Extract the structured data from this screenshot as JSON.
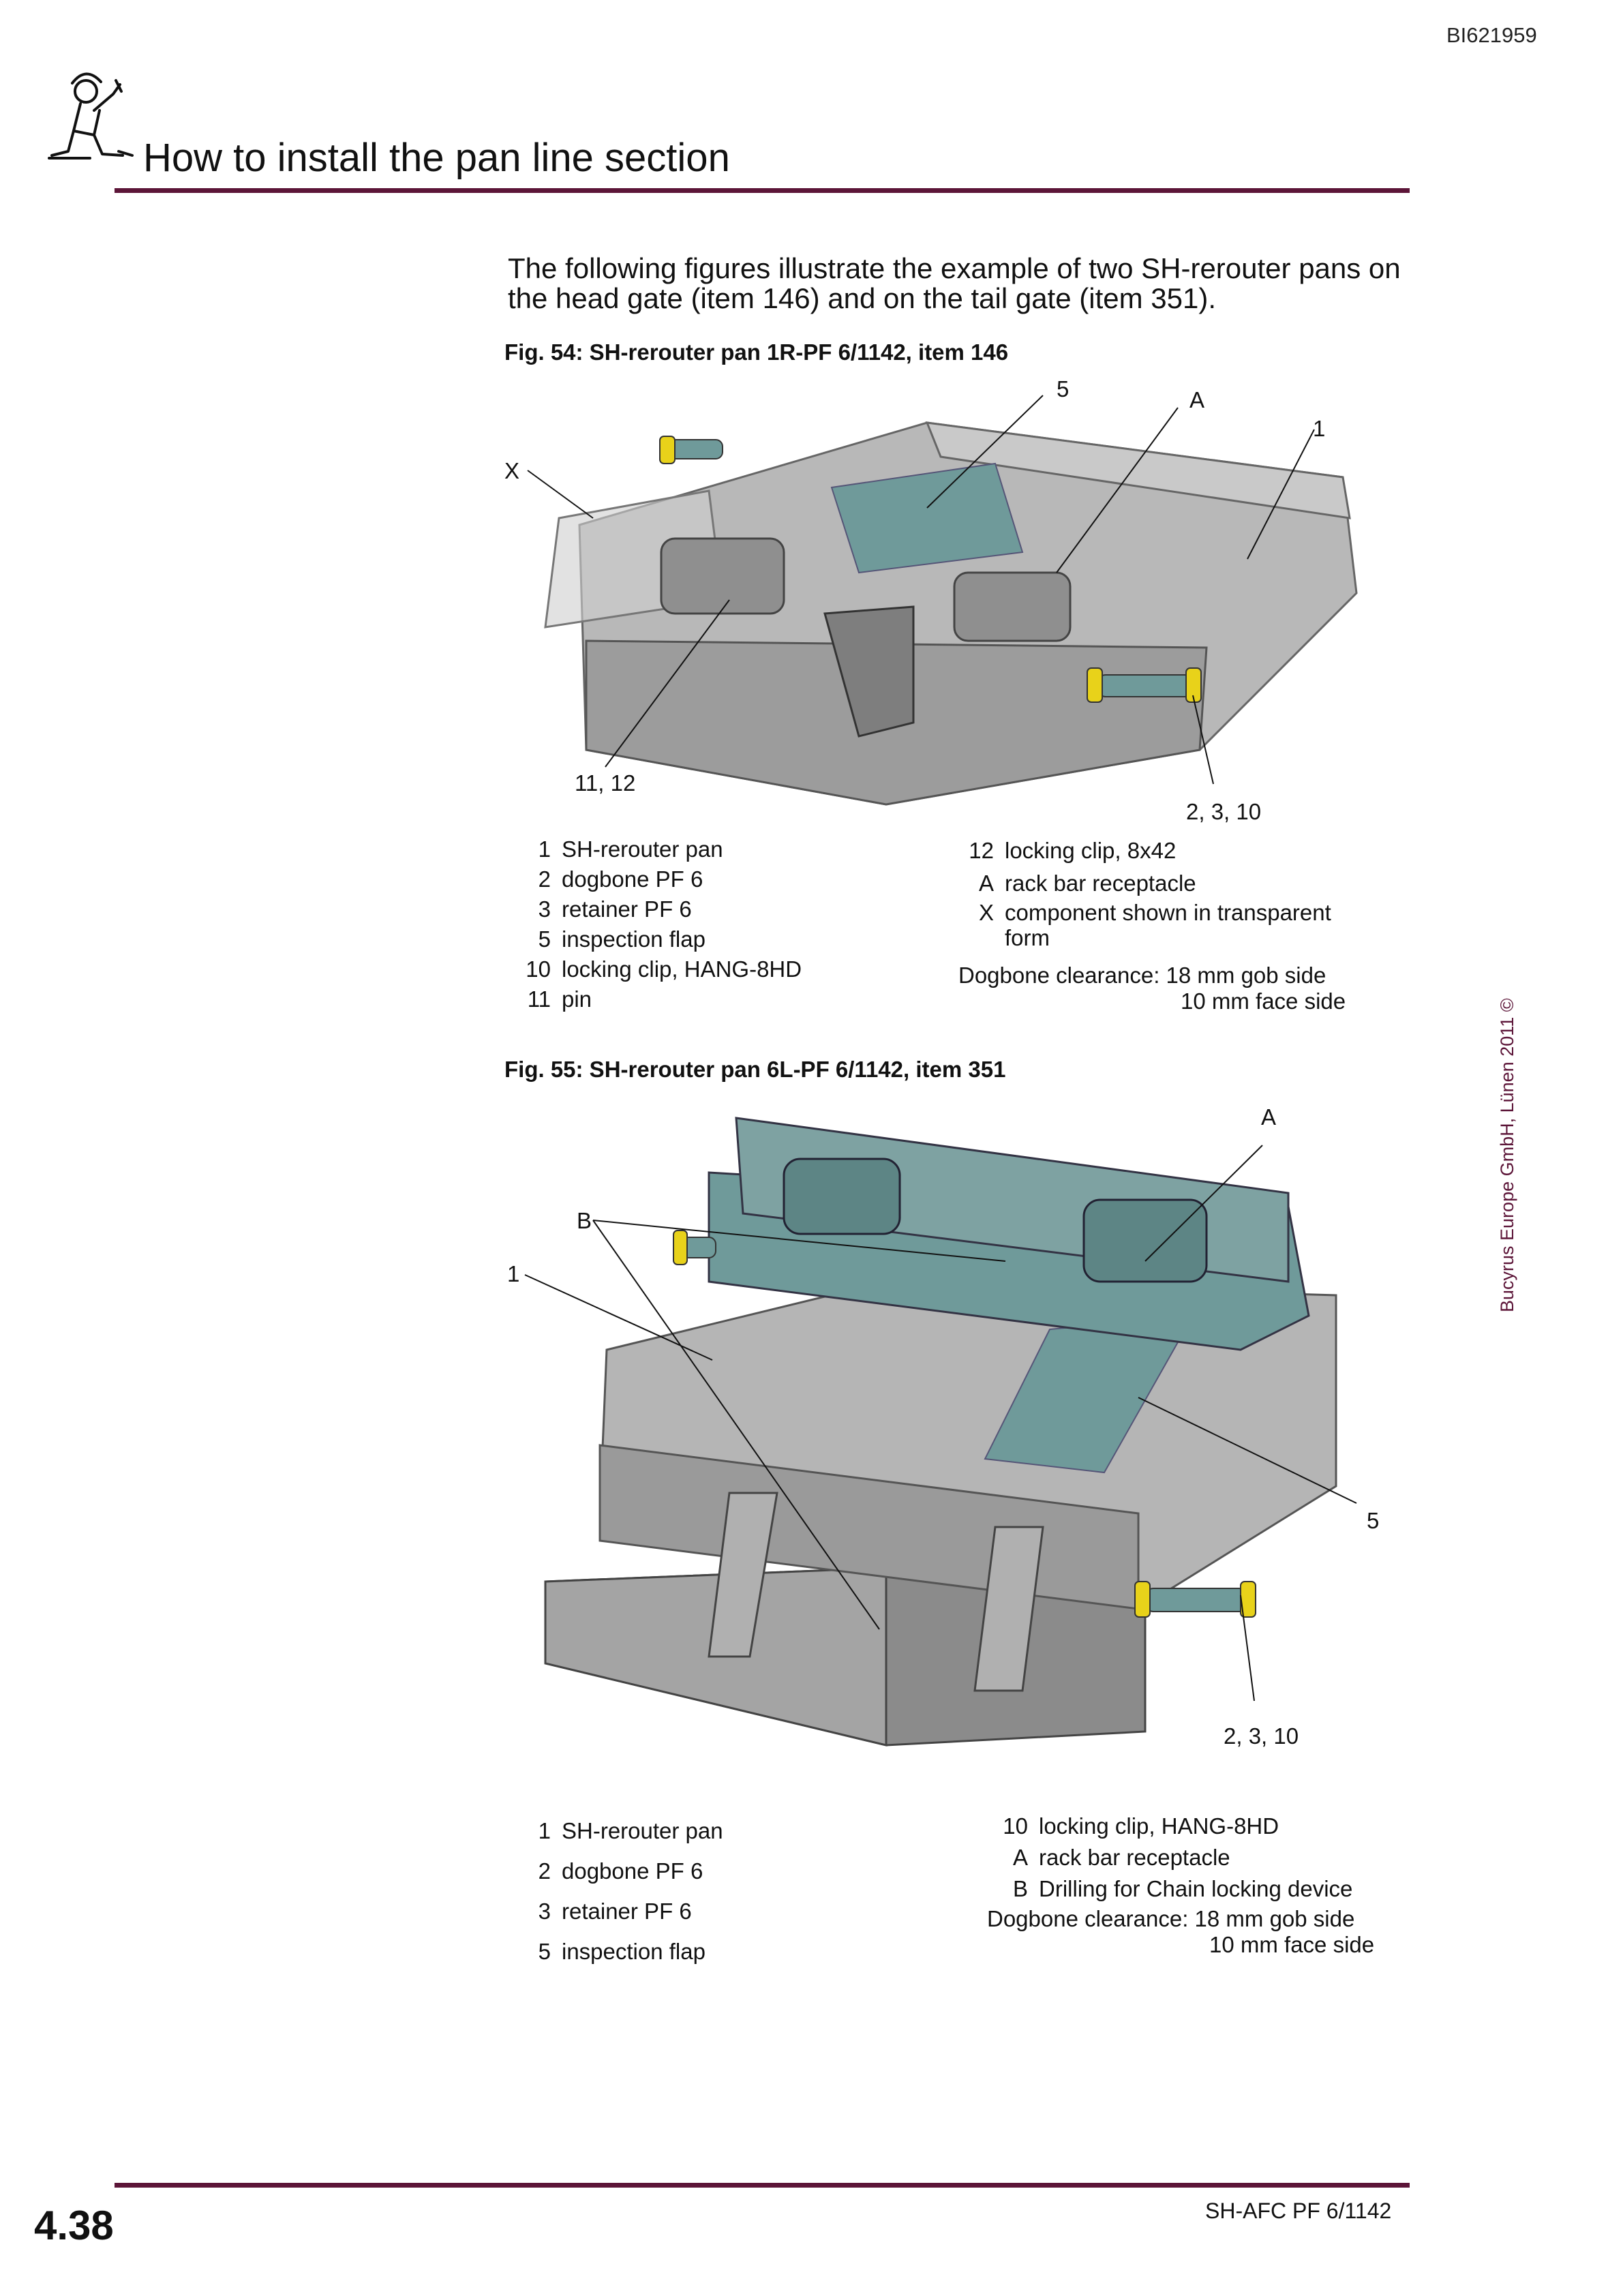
{
  "header": {
    "doc_id": "BI621959",
    "title": "How to install the pan line section",
    "icon": "kneeling-worker-icon"
  },
  "intro_text": "The following figures illustrate the example of two SH-rerouter pans on the head gate (item 146) and on the tail gate (item 351).",
  "figures": [
    {
      "caption": "Fig. 54:  SH-rerouter pan 1R-PF 6/1142, item 146",
      "callouts": {
        "c5": "5",
        "cA": "A",
        "c1": "1",
        "cX": "X",
        "c1112": "11, 12",
        "c2310": "2, 3, 10"
      },
      "legend_left": [
        {
          "num": "1",
          "text": "SH-rerouter pan"
        },
        {
          "num": "2",
          "text": "dogbone PF 6"
        },
        {
          "num": "3",
          "text": "retainer PF 6"
        },
        {
          "num": "5",
          "text": "inspection flap"
        },
        {
          "num": "10",
          "text": "locking clip, HANG-8HD"
        },
        {
          "num": "11",
          "text": "pin"
        }
      ],
      "legend_right": [
        {
          "num": "12",
          "text": "locking clip, 8x42"
        },
        {
          "num": "A",
          "text": "rack bar receptacle"
        },
        {
          "num": "X",
          "text": "component shown in transparent",
          "text2": "form"
        }
      ],
      "clearance_label": "Dogbone clearance:",
      "clearance_gob": "18 mm gob side",
      "clearance_face": "10 mm face side"
    },
    {
      "caption": "Fig. 55:  SH-rerouter pan 6L-PF 6/1142, item 351",
      "callouts": {
        "cA": "A",
        "cB": "B",
        "c1": "1",
        "c5": "5",
        "c2310": "2, 3, 10"
      },
      "legend_left": [
        {
          "num": "1",
          "text": "SH-rerouter pan"
        },
        {
          "num": "2",
          "text": "dogbone PF 6"
        },
        {
          "num": "3",
          "text": "retainer PF 6"
        },
        {
          "num": "5",
          "text": "inspection flap"
        }
      ],
      "legend_right": [
        {
          "num": "10",
          "text": "locking clip, HANG-8HD"
        },
        {
          "num": "A",
          "text": "rack bar receptacle"
        },
        {
          "num": "B",
          "text": "Drilling for Chain locking device"
        }
      ],
      "clearance_label": "Dogbone clearance:",
      "clearance_gob": "18 mm gob side",
      "clearance_face": "10 mm face side"
    }
  ],
  "copyright": "Bucyrus Europe GmbH, Lünen 2011 ©",
  "footer": {
    "page_number": "4.38",
    "reference": "SH-AFC PF 6/1142"
  },
  "colors": {
    "rule": "#5c1538",
    "metal": "#a9a9a9",
    "teal": "#6f9a9a",
    "yellow": "#e8d21a"
  }
}
